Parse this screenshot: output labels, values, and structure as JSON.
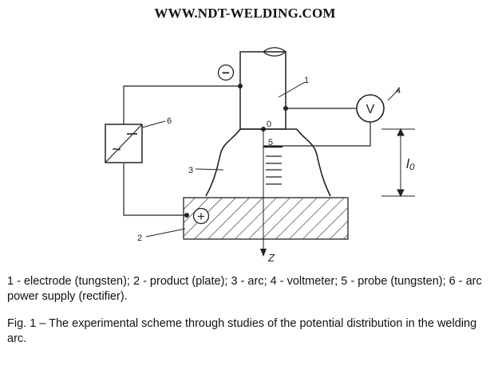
{
  "header": {
    "site": "WWW.NDT-WELDING.COM"
  },
  "diagram": {
    "callouts": {
      "electrode": "1",
      "product": "2",
      "arc": "3",
      "voltmeter": "4",
      "probe": "5",
      "power_supply": "6"
    },
    "origin_label": "0",
    "axis_label": "Z",
    "length_label": "l₀",
    "voltmeter_symbol": "V",
    "minus_symbol": "−",
    "plus_symbol": "+",
    "ac_symbol": "~"
  },
  "caption": {
    "legend": "1 - electrode (tungsten); 2 - product (plate); 3 - arc; 4 - voltmeter; 5 - probe (tungsten); 6 - arc power supply (rectifier).",
    "figure": "Fig. 1 – The experimental scheme through studies of the potential distribution in the welding arc."
  }
}
